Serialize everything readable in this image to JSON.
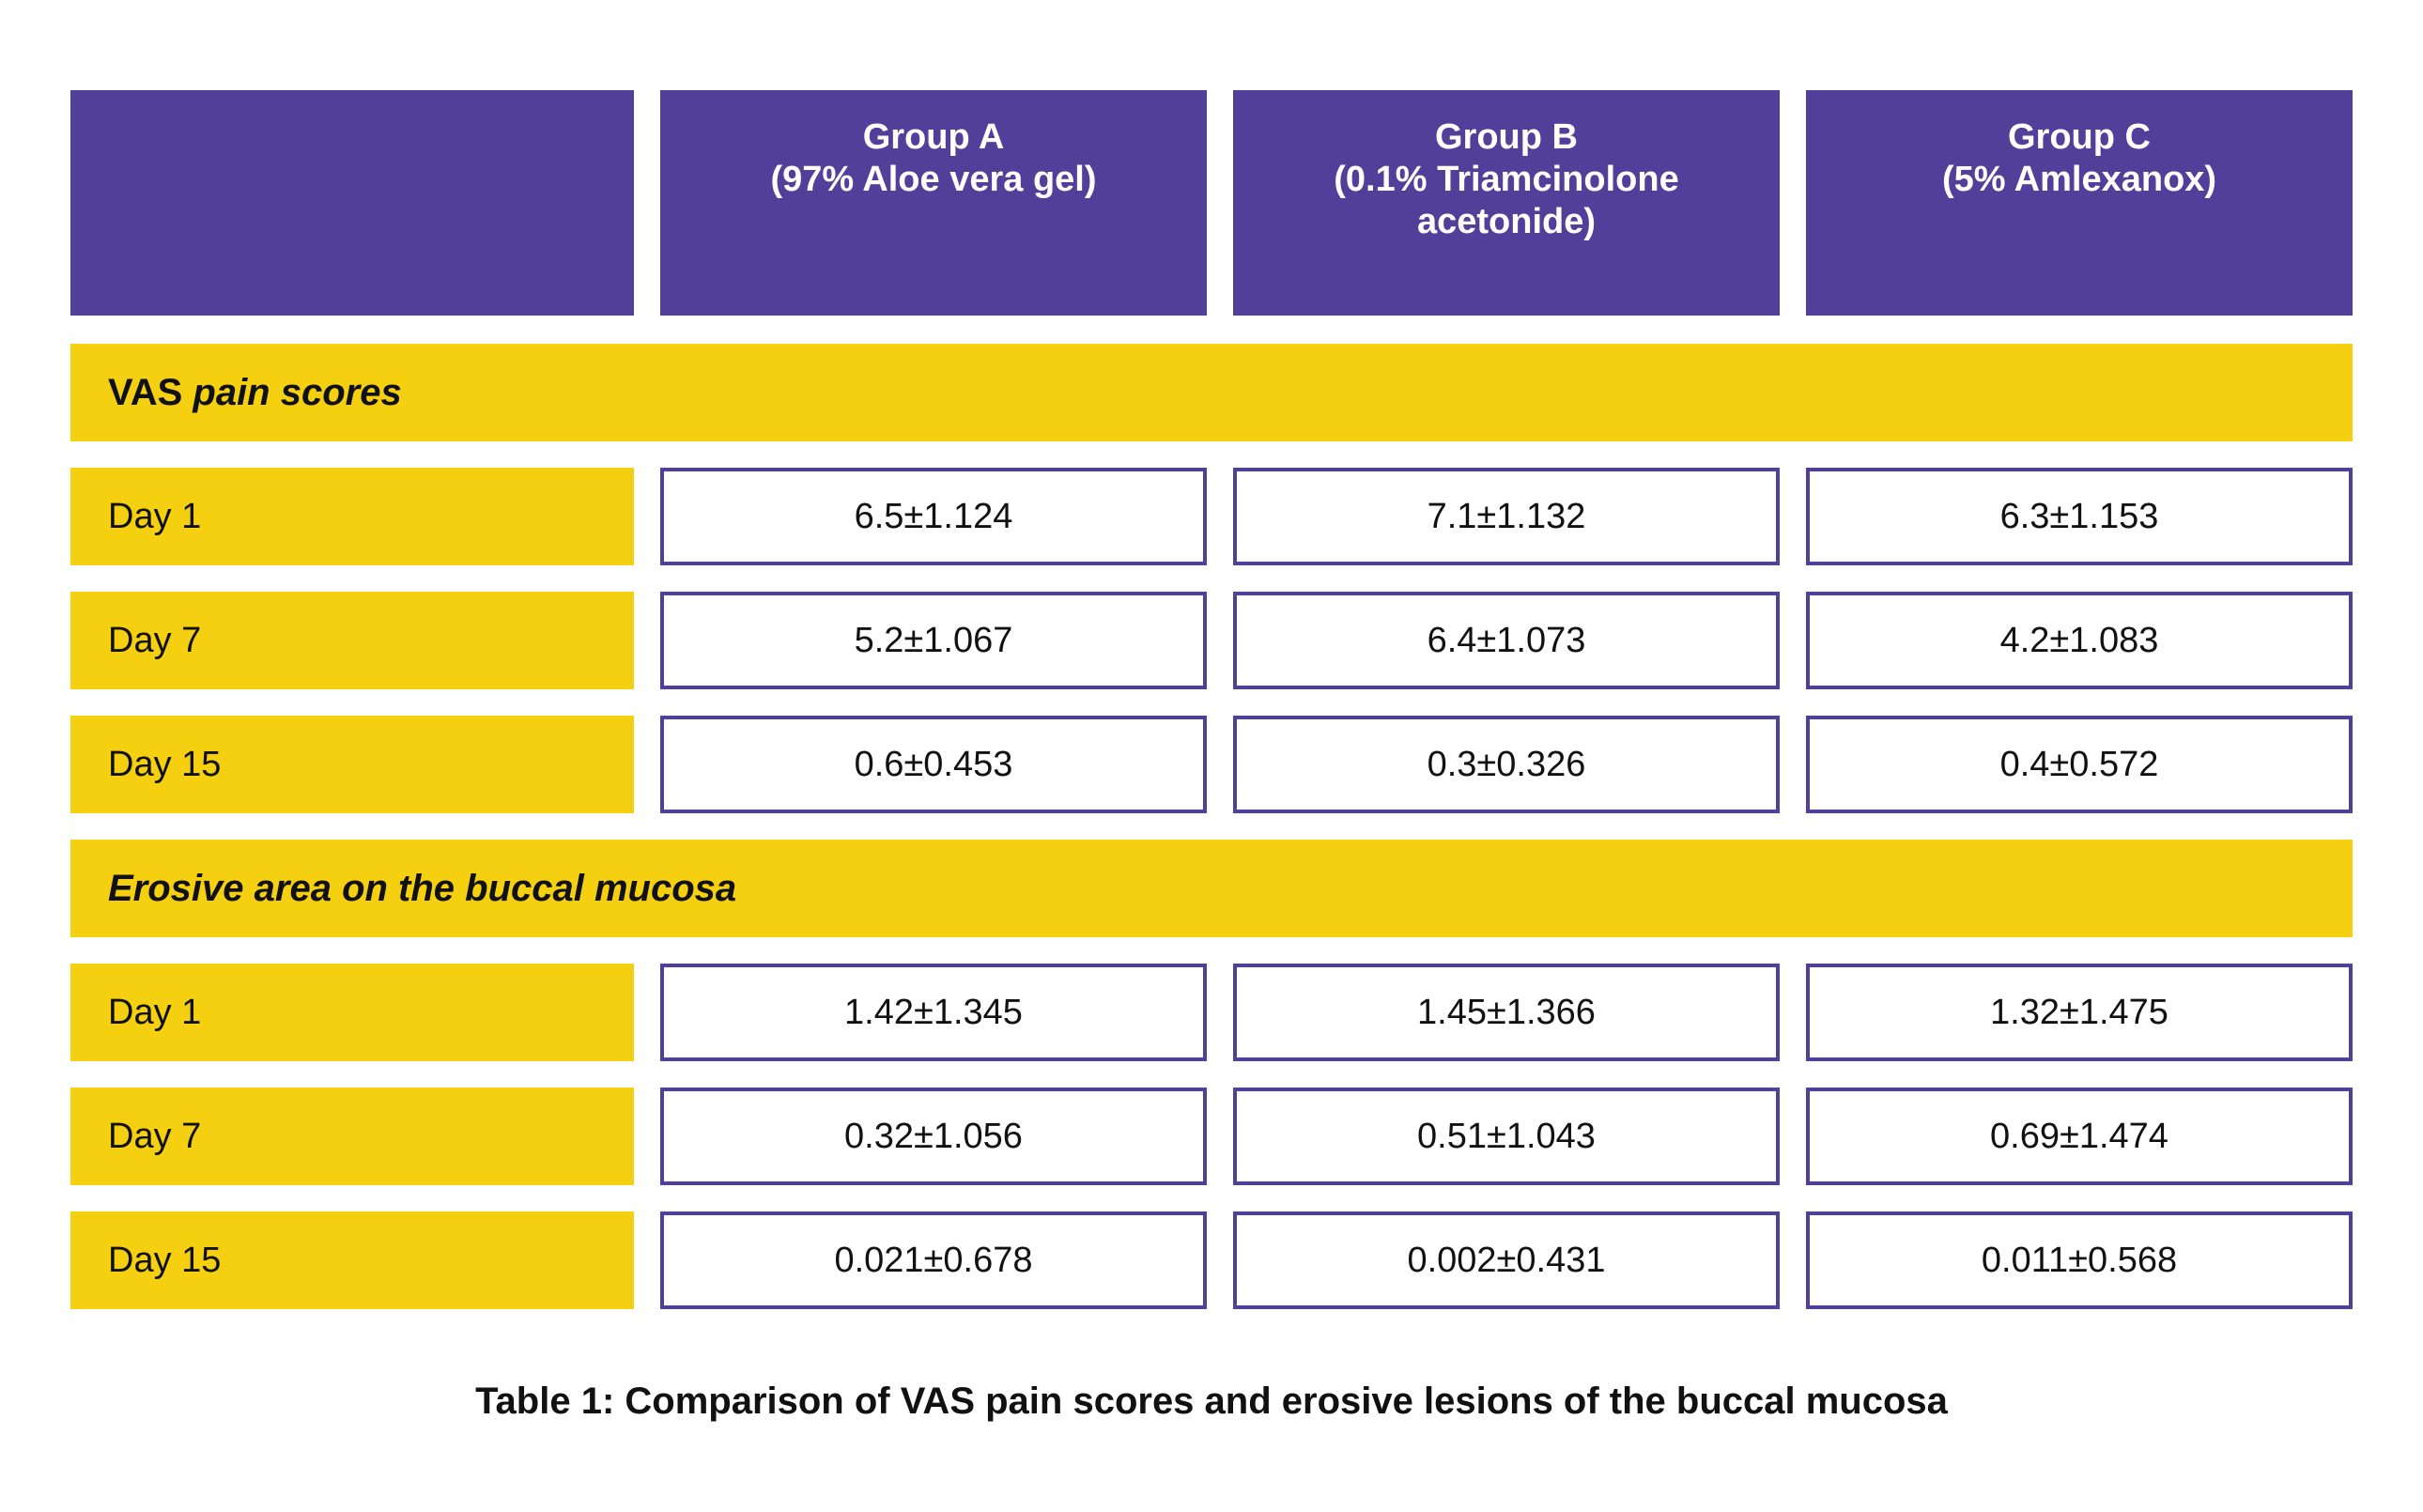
{
  "table": {
    "columns": [
      {
        "id": "label",
        "name": "",
        "line1": "",
        "line2": ""
      },
      {
        "id": "group_a",
        "name": "Group A",
        "line1": "Group A",
        "line2": "(97% Aloe vera gel)"
      },
      {
        "id": "group_b",
        "name": "Group B",
        "line1": "Group B",
        "line2": "(0.1% Triamcinolone acetonide)"
      },
      {
        "id": "group_c",
        "name": "Group C",
        "line1": "Group C",
        "line2": "(5% Amlexanox)"
      }
    ],
    "sections": [
      {
        "title_plain": "VAS ",
        "title_italic": "pain scores",
        "title_full": "VAS pain scores",
        "rows": [
          {
            "label": "Day 1",
            "values": [
              "6.5±1.124",
              "7.1±1.132",
              "6.3±1.153"
            ]
          },
          {
            "label": "Day 7",
            "values": [
              "5.2±1.067",
              "6.4±1.073",
              "4.2±1.083"
            ]
          },
          {
            "label": "Day 15",
            "values": [
              "0.6±0.453",
              "0.3±0.326",
              "0.4±0.572"
            ]
          }
        ]
      },
      {
        "title_plain": "",
        "title_italic": "Erosive area on the buccal mucosa",
        "title_full": "Erosive area on the buccal mucosa",
        "rows": [
          {
            "label": "Day 1",
            "values": [
              "1.42±1.345",
              "1.45±1.366",
              "1.32±1.475"
            ]
          },
          {
            "label": "Day 7",
            "values": [
              "0.32±1.056",
              "0.51±1.043",
              "0.69±1.474"
            ]
          },
          {
            "label": "Day 15",
            "values": [
              "0.021±0.678",
              "0.002±0.431",
              "0.011±0.568"
            ]
          }
        ]
      }
    ]
  },
  "caption": "Table 1: Comparison of VAS pain scores and erosive lesions of the buccal mucosa",
  "colors": {
    "header_purple": "#50409A",
    "banner_yellow": "#F5D011",
    "cell_border": "#50409A",
    "text_dark": "#111111",
    "header_text": "#FFFFFF",
    "background": "#FFFFFF"
  },
  "chart_data": {
    "type": "table",
    "title": "Table 1: Comparison of VAS pain scores and erosive lesions of the buccal mucosa",
    "columns": [
      "",
      "Group A (97% Aloe vera gel)",
      "Group B (0.1% Triamcinolone acetonide)",
      "Group C (5% Amlexanox)"
    ],
    "sections": [
      {
        "name": "VAS pain scores",
        "rows": [
          {
            "label": "Day 1",
            "group_a": "6.5±1.124",
            "group_b": "7.1±1.132",
            "group_c": "6.3±1.153",
            "group_a_mean": 6.5,
            "group_a_sd": 1.124,
            "group_b_mean": 7.1,
            "group_b_sd": 1.132,
            "group_c_mean": 6.3,
            "group_c_sd": 1.153
          },
          {
            "label": "Day 7",
            "group_a": "5.2±1.067",
            "group_b": "6.4±1.073",
            "group_c": "4.2±1.083",
            "group_a_mean": 5.2,
            "group_a_sd": 1.067,
            "group_b_mean": 6.4,
            "group_b_sd": 1.073,
            "group_c_mean": 4.2,
            "group_c_sd": 1.083
          },
          {
            "label": "Day 15",
            "group_a": "0.6±0.453",
            "group_b": "0.3±0.326",
            "group_c": "0.4±0.572",
            "group_a_mean": 0.6,
            "group_a_sd": 0.453,
            "group_b_mean": 0.3,
            "group_b_sd": 0.326,
            "group_c_mean": 0.4,
            "group_c_sd": 0.572
          }
        ]
      },
      {
        "name": "Erosive area on the buccal mucosa",
        "rows": [
          {
            "label": "Day 1",
            "group_a": "1.42±1.345",
            "group_b": "1.45±1.366",
            "group_c": "1.32±1.475",
            "group_a_mean": 1.42,
            "group_a_sd": 1.345,
            "group_b_mean": 1.45,
            "group_b_sd": 1.366,
            "group_c_mean": 1.32,
            "group_c_sd": 1.475
          },
          {
            "label": "Day 7",
            "group_a": "0.32±1.056",
            "group_b": "0.51±1.043",
            "group_c": "0.69±1.474",
            "group_a_mean": 0.32,
            "group_a_sd": 1.056,
            "group_b_mean": 0.51,
            "group_b_sd": 1.043,
            "group_c_mean": 0.69,
            "group_c_sd": 1.474
          },
          {
            "label": "Day 15",
            "group_a": "0.021±0.678",
            "group_b": "0.002±0.431",
            "group_c": "0.011±0.568",
            "group_a_mean": 0.021,
            "group_a_sd": 0.678,
            "group_b_mean": 0.002,
            "group_b_sd": 0.431,
            "group_c_mean": 0.011,
            "group_c_sd": 0.568
          }
        ]
      }
    ]
  }
}
